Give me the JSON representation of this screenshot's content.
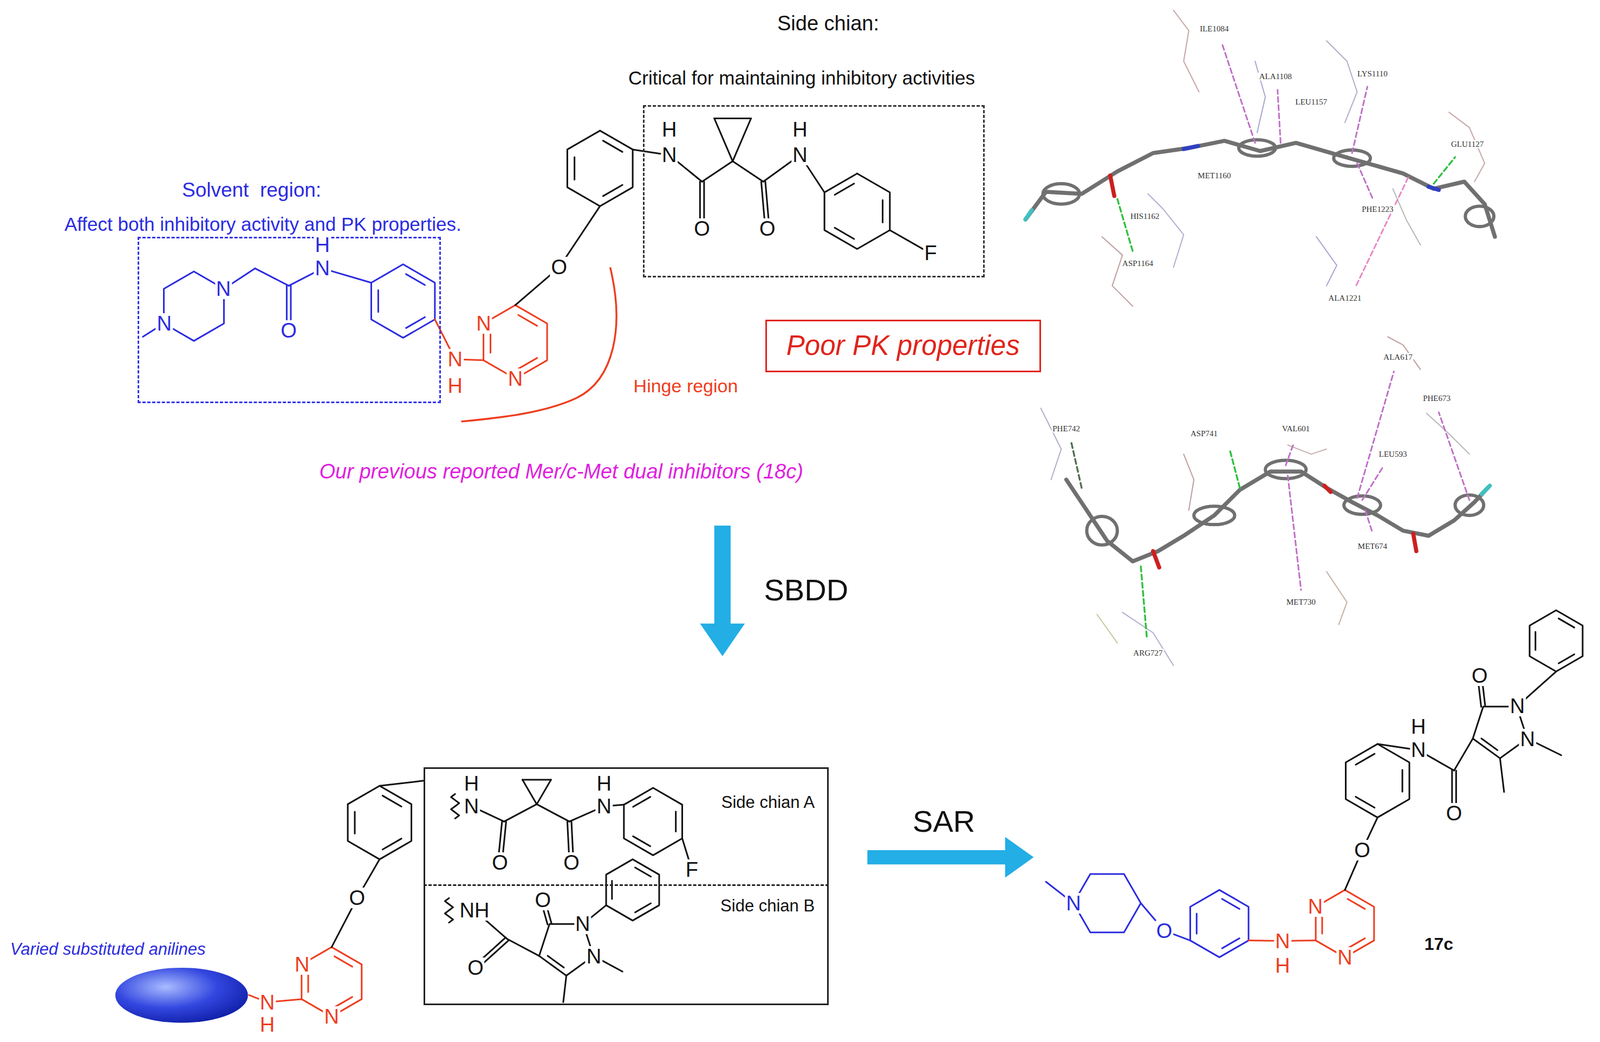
{
  "diagram": {
    "nodes": [
      {
        "text": [
          "Side chian:",
          "Critical for maintaining inhibitory activities"
        ]
      },
      {
        "text": [
          "Solvent  region:",
          "Affect both inhibitory activity and PK properties."
        ]
      },
      {
        "text": [
          "Poor PK properties"
        ]
      },
      {
        "text": [
          "Side chian A"
        ]
      },
      {
        "text": [
          "Side chian B"
        ]
      },
      {
        "text": [
          "Varied substituted anilines"
        ]
      }
    ],
    "labels": [
      "ILE1084",
      "ALA1108",
      "LYS1110",
      "LEU1157",
      "GLU1127",
      "MET1160",
      "PHE1223",
      "HIS1162",
      "ASP1164",
      "ALA1221",
      "H",
      "N",
      "H",
      "N",
      "O",
      "O",
      "F",
      "O",
      "N",
      "H",
      "N",
      "N",
      "O",
      "N",
      "N",
      "N",
      "H",
      "Hinge region",
      "Our previous reported Mer/c-Met dual inhibitors (18c)",
      "ALA617",
      "PHE673",
      "PHE742",
      "ASP741",
      "VAL601",
      "LEU593",
      "MET674",
      "MET730",
      "ARG727",
      "SBDD",
      "H",
      "N",
      "H",
      "N",
      "O",
      "O",
      "F",
      "O",
      "O",
      "NH",
      "N",
      "N",
      "O",
      "N",
      "N",
      "N",
      "H",
      "SAR",
      "O",
      "N",
      "H",
      "N",
      "N",
      "O",
      "O",
      "N",
      "N",
      "O",
      "N",
      "17c",
      "N",
      "H"
    ]
  }
}
